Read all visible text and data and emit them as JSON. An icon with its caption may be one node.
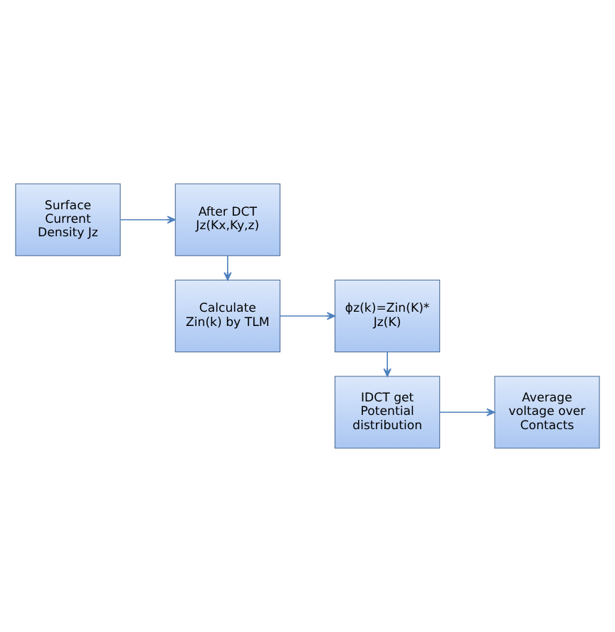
{
  "diagram": {
    "nodes": [
      {
        "text": [
          "Surface Current Density Jz"
        ]
      },
      {
        "text": [
          "After DCT Jz(Kx,Ky,z)"
        ]
      },
      {
        "text": [
          "Calculate Zin(k) by TLM"
        ]
      },
      {
        "text": [
          "ϕz(k)=Zin(K)* Jz(K)"
        ]
      },
      {
        "text": [
          "IDCT get Potential distribution"
        ]
      },
      {
        "text": [
          "Average voltage over Contacts"
        ]
      }
    ],
    "edges": [
      {
        "from": 0,
        "to": 1,
        "arrow": "to"
      },
      {
        "from": 1,
        "to": 2,
        "arrow": "to"
      },
      {
        "from": 2,
        "to": 3,
        "arrow": "to"
      },
      {
        "from": 3,
        "to": 4,
        "arrow": "to"
      },
      {
        "from": 4,
        "to": 5,
        "arrow": "to"
      }
    ]
  }
}
